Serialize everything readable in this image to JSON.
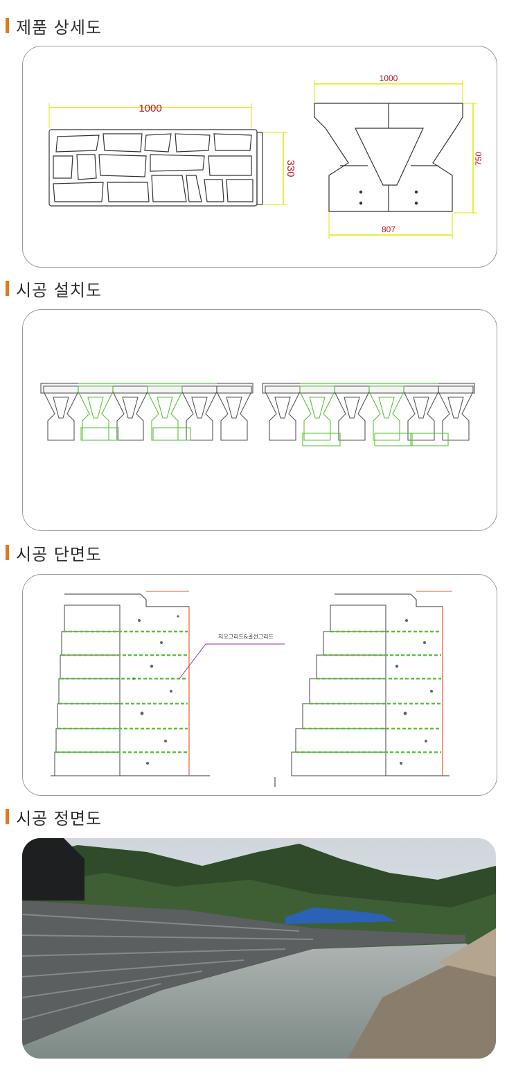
{
  "sections": [
    {
      "title": "제품 상세도"
    },
    {
      "title": "시공 설치도"
    },
    {
      "title": "시공 단면도"
    },
    {
      "title": "시공 정면도"
    }
  ],
  "detail": {
    "front_width": "1000",
    "front_height": "330",
    "side_top": "1000",
    "side_height": "750",
    "side_bottom": "807"
  },
  "section_view": {
    "annotation": "지오그리드&골선그리드"
  },
  "colors": {
    "accent": "#e07a1a",
    "dimension_line": "#e6e600",
    "dimension_text": "#c0141c",
    "geogrid": "#59c23a",
    "border": "#9a9a9a"
  }
}
